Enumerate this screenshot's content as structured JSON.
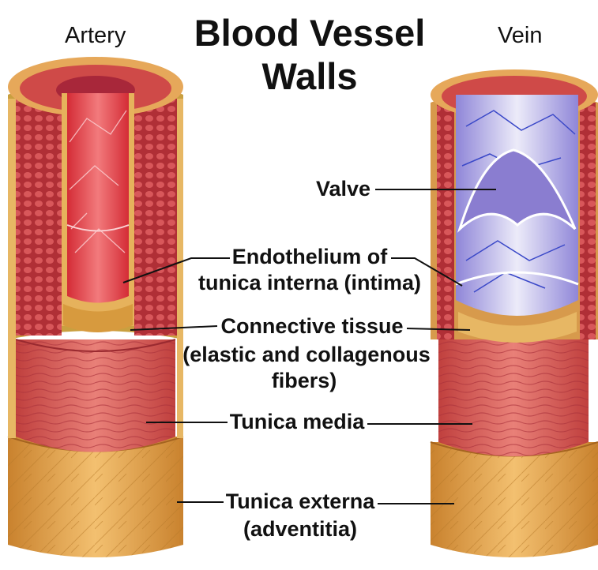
{
  "title": {
    "line1": "Blood Vessel",
    "line2": "Walls"
  },
  "headers": {
    "artery": "Artery",
    "vein": "Vein"
  },
  "labels": {
    "valve": "Valve",
    "endothelium_line1": "Endothelium of",
    "endothelium_line2": "tunica interna (intima)",
    "connective_line1": "Connective tissue",
    "connective_line2": "(elastic and collagenous",
    "connective_line3": "fibers)",
    "media": "Tunica media",
    "externa_line1": "Tunica externa",
    "externa_line2": "(adventitia)"
  },
  "colors": {
    "artery_lumen": "#e8424a",
    "artery_wall": "#b8323a",
    "muscle": "#d65a56",
    "adventitia": "#e4a450",
    "connective": "#d89640",
    "vein_lumen": "#c8c4ec",
    "vein_cell_lines": "#3a48c8",
    "leader_line": "#111111"
  }
}
